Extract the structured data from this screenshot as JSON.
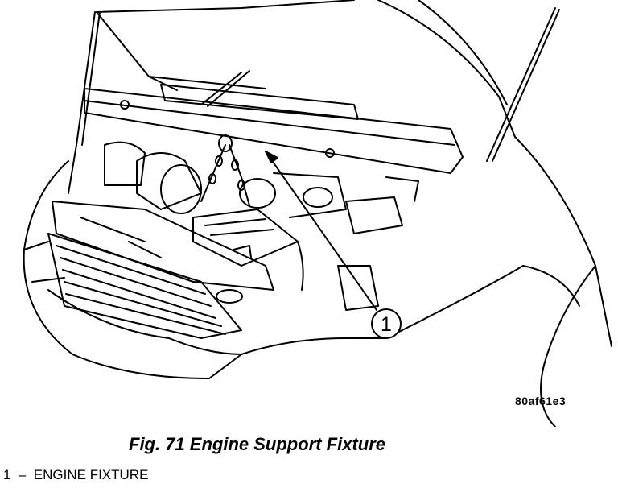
{
  "figure": {
    "reference_code": "80af61e3",
    "caption": "Fig. 71 Engine Support Fixture"
  },
  "callouts": [
    {
      "number": "1"
    }
  ],
  "legend": [
    {
      "text": "1  –  ENGINE FIXTURE"
    }
  ]
}
